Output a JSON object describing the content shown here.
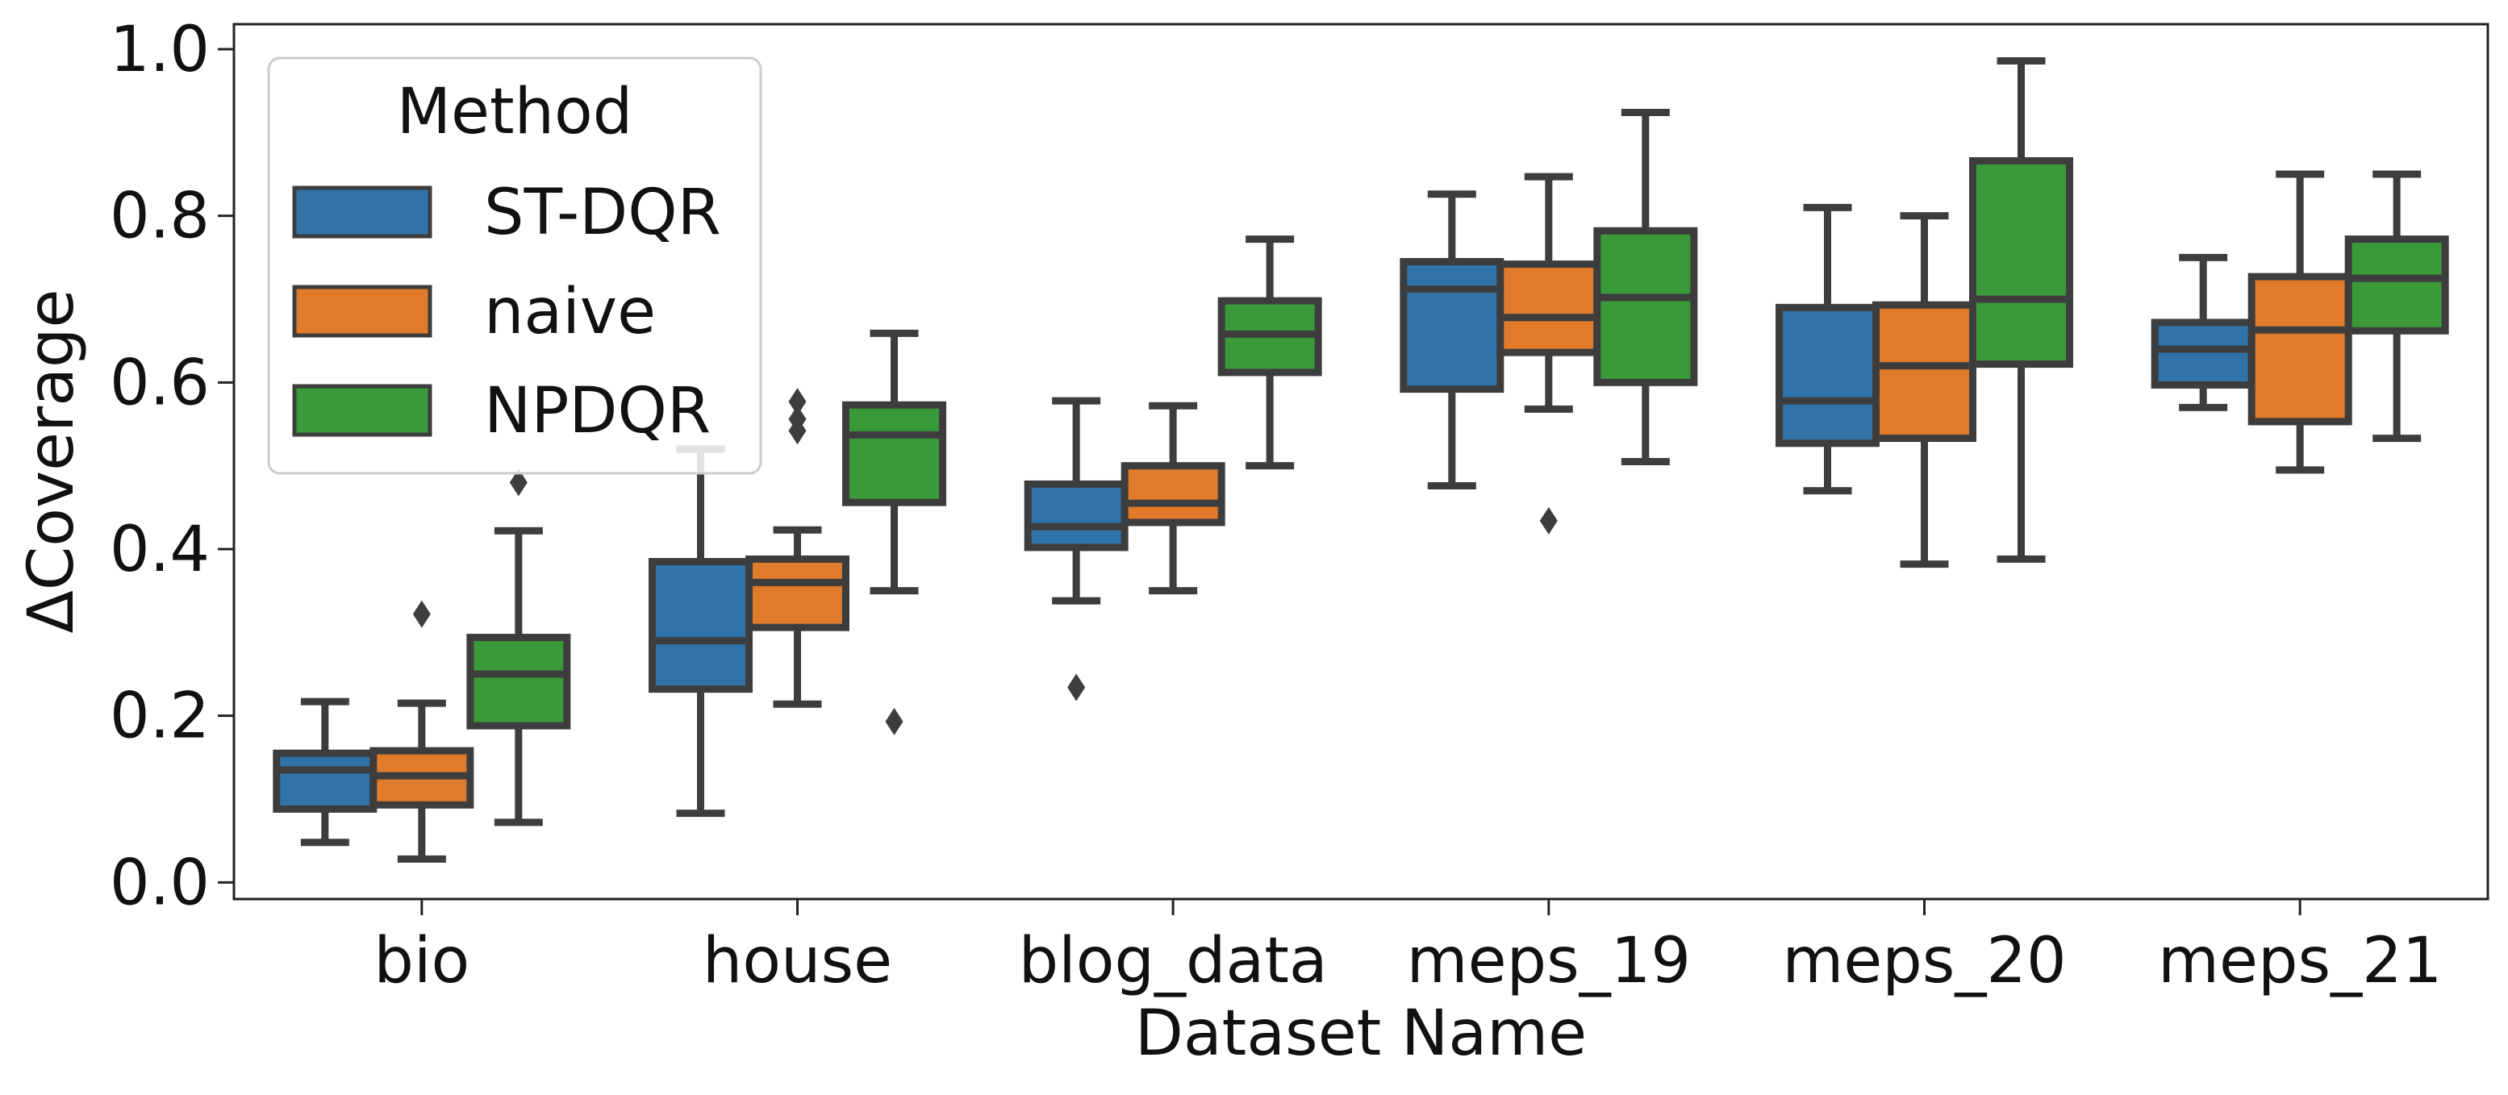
{
  "chart_data": {
    "type": "box",
    "title": "",
    "xlabel": "Dataset Name",
    "ylabel": "ΔCoverage",
    "ylim": [
      -0.02,
      1.03
    ],
    "yticks": [
      0.0,
      0.2,
      0.4,
      0.6,
      0.8,
      1.0
    ],
    "ytick_labels": [
      "0.0",
      "0.2",
      "0.4",
      "0.6",
      "0.8",
      "1.0"
    ],
    "grid": false,
    "categories": [
      "bio",
      "house",
      "blog_data",
      "meps_19",
      "meps_20",
      "meps_21"
    ],
    "legend": {
      "title": "Method",
      "position": "top-left",
      "entries": [
        "ST-DQR",
        "naive",
        "NPDQR"
      ]
    },
    "series": [
      {
        "name": "ST-DQR",
        "color": "#2f73a8",
        "boxes": [
          {
            "whislo": 0.048,
            "q1": 0.088,
            "med": 0.135,
            "q3": 0.155,
            "whishi": 0.217,
            "fliers": []
          },
          {
            "whislo": 0.083,
            "q1": 0.232,
            "med": 0.29,
            "q3": 0.385,
            "whishi": 0.52,
            "fliers": []
          },
          {
            "whislo": 0.338,
            "q1": 0.402,
            "med": 0.427,
            "q3": 0.478,
            "whishi": 0.578,
            "fliers": [
              0.234
            ]
          },
          {
            "whislo": 0.476,
            "q1": 0.592,
            "med": 0.712,
            "q3": 0.745,
            "whishi": 0.826,
            "fliers": []
          },
          {
            "whislo": 0.47,
            "q1": 0.527,
            "med": 0.578,
            "q3": 0.69,
            "whishi": 0.81,
            "fliers": []
          },
          {
            "whislo": 0.57,
            "q1": 0.597,
            "med": 0.64,
            "q3": 0.672,
            "whishi": 0.75,
            "fliers": []
          }
        ]
      },
      {
        "name": "naive",
        "color": "#e07b2b",
        "boxes": [
          {
            "whislo": 0.028,
            "q1": 0.093,
            "med": 0.128,
            "q3": 0.158,
            "whishi": 0.215,
            "fliers": [
              0.322
            ]
          },
          {
            "whislo": 0.214,
            "q1": 0.306,
            "med": 0.36,
            "q3": 0.388,
            "whishi": 0.423,
            "fliers": [
              0.542,
              0.556,
              0.577
            ]
          },
          {
            "whislo": 0.35,
            "q1": 0.432,
            "med": 0.455,
            "q3": 0.5,
            "whishi": 0.572,
            "fliers": []
          },
          {
            "whislo": 0.568,
            "q1": 0.636,
            "med": 0.678,
            "q3": 0.742,
            "whishi": 0.847,
            "fliers": [
              0.434
            ]
          },
          {
            "whislo": 0.382,
            "q1": 0.533,
            "med": 0.62,
            "q3": 0.693,
            "whishi": 0.8,
            "fliers": []
          },
          {
            "whislo": 0.495,
            "q1": 0.553,
            "med": 0.663,
            "q3": 0.727,
            "whishi": 0.85,
            "fliers": []
          }
        ]
      },
      {
        "name": "NPDQR",
        "color": "#3a9a3a",
        "boxes": [
          {
            "whislo": 0.072,
            "q1": 0.188,
            "med": 0.25,
            "q3": 0.294,
            "whishi": 0.422,
            "fliers": [
              0.48
            ]
          },
          {
            "whislo": 0.35,
            "q1": 0.456,
            "med": 0.537,
            "q3": 0.573,
            "whishi": 0.659,
            "fliers": [
              0.193
            ]
          },
          {
            "whislo": 0.5,
            "q1": 0.612,
            "med": 0.658,
            "q3": 0.698,
            "whishi": 0.772,
            "fliers": []
          },
          {
            "whislo": 0.505,
            "q1": 0.6,
            "med": 0.702,
            "q3": 0.782,
            "whishi": 0.924,
            "fliers": []
          },
          {
            "whislo": 0.388,
            "q1": 0.622,
            "med": 0.7,
            "q3": 0.866,
            "whishi": 0.986,
            "fliers": []
          },
          {
            "whislo": 0.533,
            "q1": 0.662,
            "med": 0.725,
            "q3": 0.772,
            "whishi": 0.85,
            "fliers": []
          }
        ]
      }
    ]
  }
}
